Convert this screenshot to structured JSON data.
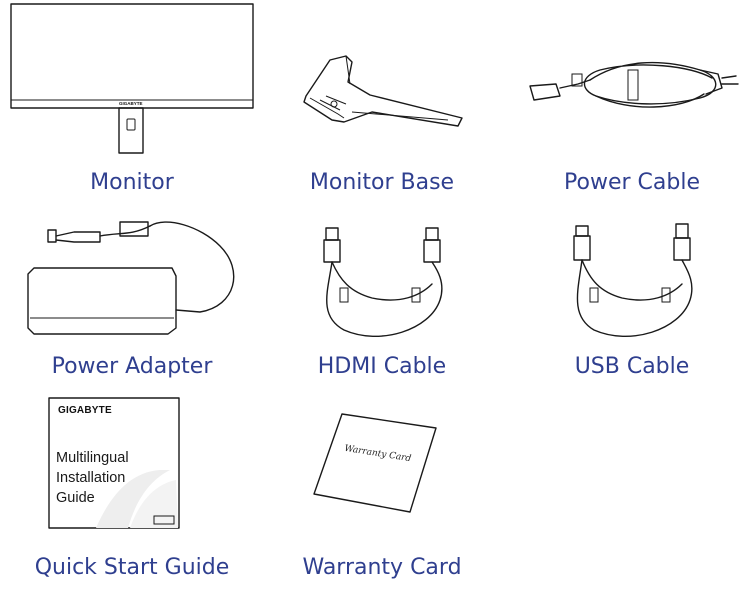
{
  "items": [
    {
      "label": "Monitor"
    },
    {
      "label": "Monitor Base"
    },
    {
      "label": "Power Cable"
    },
    {
      "label": "Power Adapter"
    },
    {
      "label": "HDMI Cable"
    },
    {
      "label": "USB Cable"
    },
    {
      "label": "Quick Start Guide"
    },
    {
      "label": "Warranty Card"
    }
  ],
  "guide": {
    "brand": "GIGABYTE",
    "lines": [
      "Multilingual",
      "Installation",
      "Guide"
    ]
  },
  "monitor": {
    "brand": "GIGABYTE"
  },
  "warranty": {
    "card_text": "Warranty Card"
  },
  "colors": {
    "caption": "#2f3f8f",
    "line": "#1a1a1a"
  }
}
